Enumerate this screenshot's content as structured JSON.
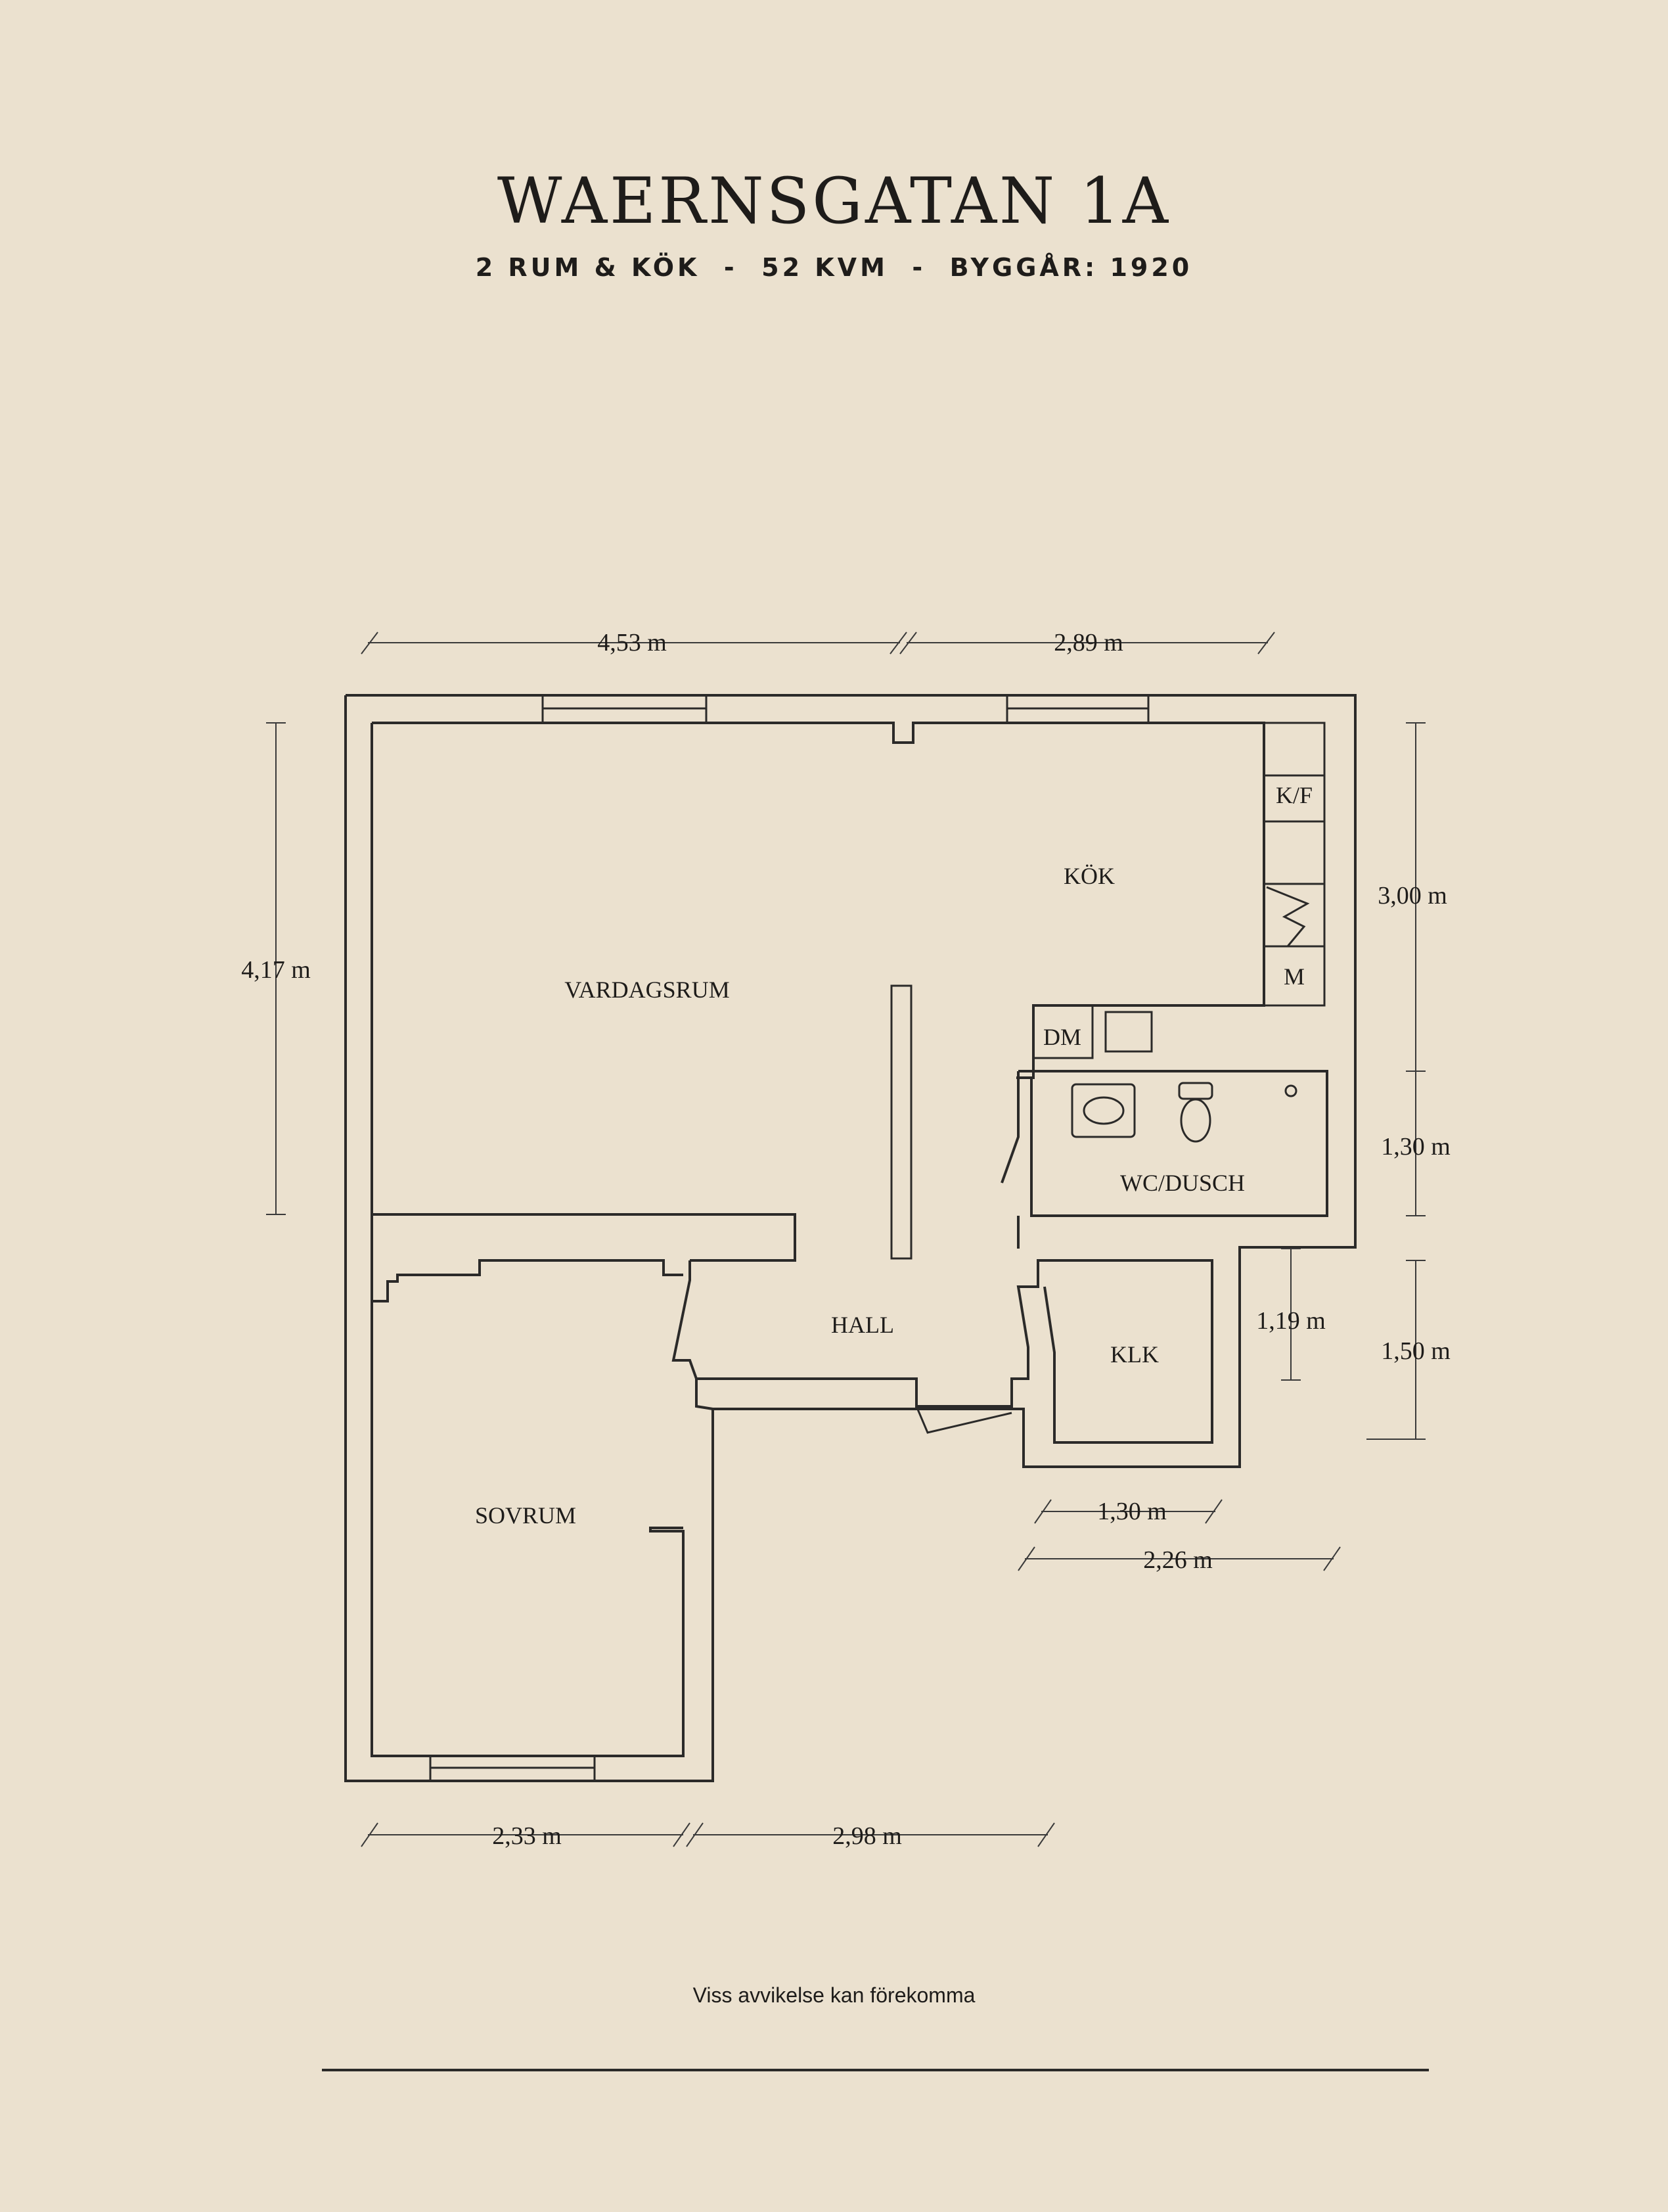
{
  "header": {
    "title": "WAERNSGATAN 1A",
    "subtitle": "2 RUM & KÖK  -  52 KVM  -  BYGGÅR: 1920"
  },
  "rooms": {
    "vardagsrum": "VARDAGSRUM",
    "kok": "KÖK",
    "kf": "K/F",
    "m": "M",
    "dm": "DM",
    "wc": "WC/DUSCH",
    "hall": "HALL",
    "klk": "KLK",
    "sovrum": "SOVRUM"
  },
  "dimensions": {
    "top_left": "4,53 m",
    "top_right": "2,89 m",
    "left_height": "4,17 m",
    "right_kitchen": "3,00 m",
    "right_wc": "1,30 m",
    "klk_height_inner": "1,19 m",
    "klk_height_outer": "1,50 m",
    "klk_width_inner": "1,30 m",
    "klk_width_outer": "2,26 m",
    "bottom_left": "2,33 m",
    "bottom_right": "2,98 m"
  },
  "footer": {
    "disclaimer": "Viss avvikelse kan förekomma"
  }
}
